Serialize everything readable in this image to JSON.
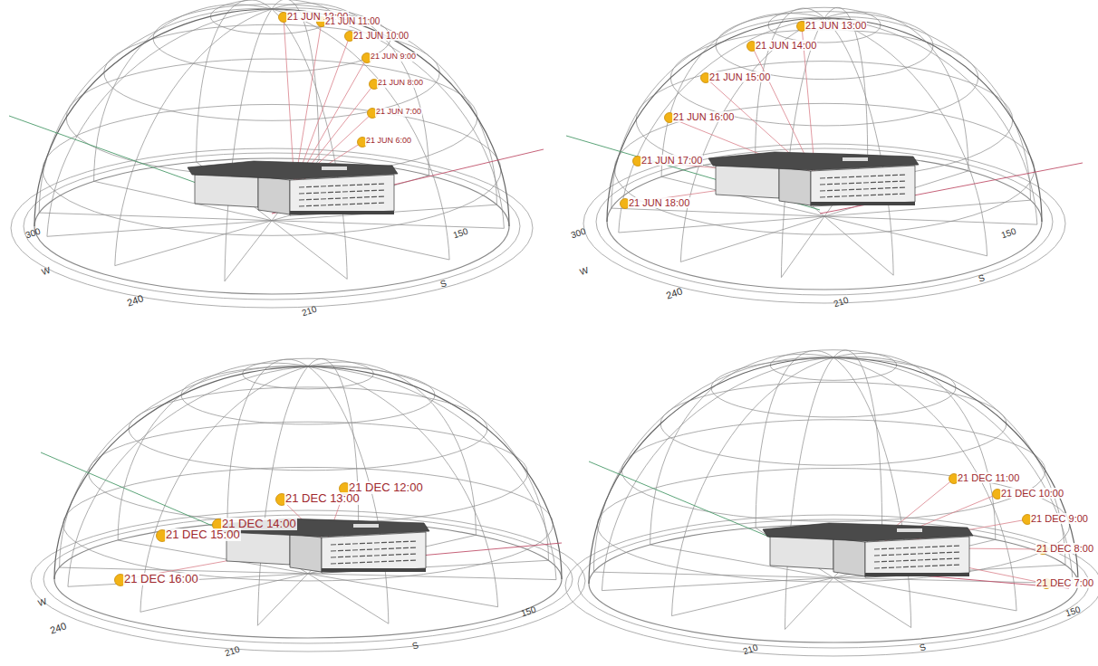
{
  "diagram": {
    "labels": [
      "21 JUN 12:00",
      "21 JUN 11:00",
      "21 JUN 10:00",
      "21 JUN 9:00",
      "21 JUN 8:00",
      "21 JUN 7:00",
      "21 JUN 6:00",
      "300",
      "W",
      "240",
      "210",
      "S",
      "150",
      "21 JUN 13:00",
      "21 JUN 14:00",
      "21 JUN 15:00",
      "21 JUN 16:00",
      "21 JUN 17:00",
      "21 JUN 18:00",
      "300",
      "W",
      "240",
      "210",
      "S",
      "150",
      "21 DEC 12:00",
      "21 DEC 13:00",
      "21 DEC 14:00",
      "21 DEC 15:00",
      "21 DEC 16:00",
      "W",
      "240",
      "210",
      "S",
      "150",
      "21 DEC 11:00",
      "21 DEC 10:00",
      "21 DEC 9:00",
      "21 DEC 8:00",
      "21 DEC 7:00",
      "210",
      "S",
      "150"
    ]
  }
}
